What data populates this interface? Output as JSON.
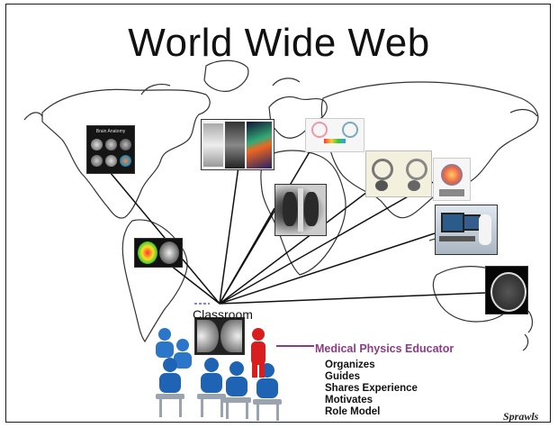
{
  "title": "World Wide Web",
  "classroom_label": "Classroom",
  "educator": {
    "title": "Medical Physics Educator",
    "roles": [
      "Organizes",
      "Guides",
      "Shares Experience",
      "Motivates",
      "Role Model"
    ]
  },
  "signature": "Sprawls",
  "thumbnails": [
    {
      "id": "brain-mri-panel",
      "label": "Brain Anatomy"
    },
    {
      "id": "pet-ct-panel"
    },
    {
      "id": "ultrasound-diagram-panel"
    },
    {
      "id": "nuclear-equipment-panel"
    },
    {
      "id": "ultrasound-probe-panel"
    },
    {
      "id": "chest-xray-panel"
    },
    {
      "id": "workstation-photo-panel"
    },
    {
      "id": "color-brain-scan-panel"
    },
    {
      "id": "ct-head-panel"
    },
    {
      "id": "mammogram-panel"
    }
  ],
  "colors": {
    "accent": "#8e3b86",
    "map_outline": "#333333",
    "lines": "#111111"
  }
}
